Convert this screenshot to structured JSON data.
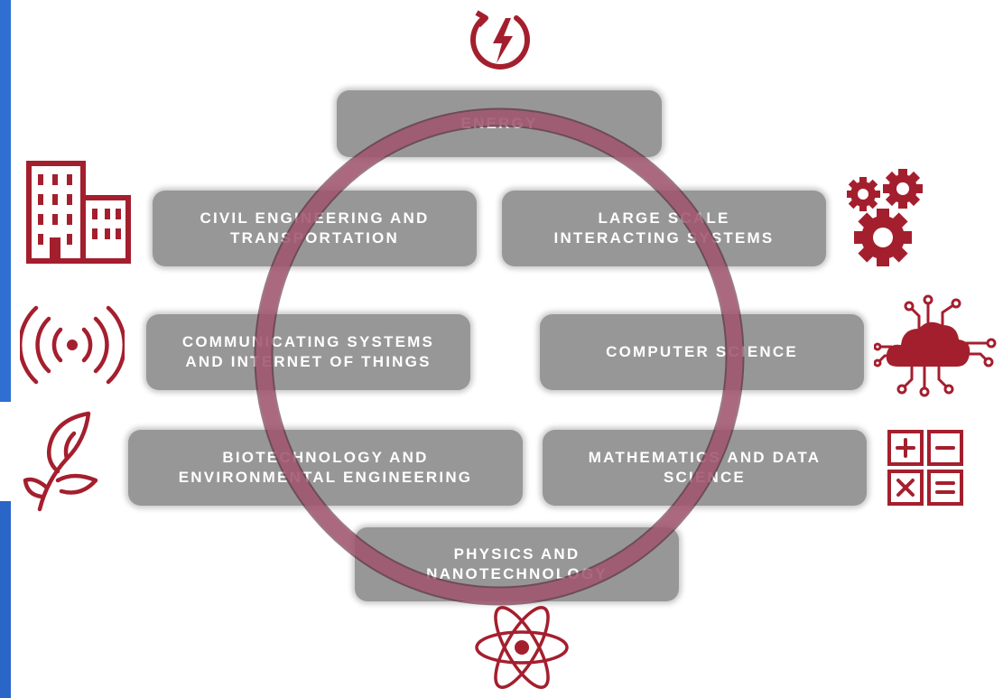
{
  "colors": {
    "icon": "#a41f2e",
    "box_fill": "#8f8f8f",
    "box_text": "#ffffff",
    "ring_stroke": "#a0506a",
    "ring_outline": "#4a1020",
    "left_edge": "#2f6fd1"
  },
  "boxes": {
    "energy": "ENERGY",
    "civil": "CIVIL ENGINEERING AND\nTRANSPORTATION",
    "large_scale": "LARGE SCALE\nINTERACTING SYSTEMS",
    "communicating": "COMMUNICATING SYSTEMS\nAND INTERNET OF THINGS",
    "computer_science": "COMPUTER SCIENCE",
    "biotech": "BIOTECHNOLOGY AND\nENVIRONMENTAL ENGINEERING",
    "math": "MATHEMATICS AND DATA\nSCIENCE",
    "physics": "PHYSICS AND\nNANOTECHNOLOGY"
  },
  "icons": {
    "energy": "lightning-icon",
    "civil": "buildings-icon",
    "large_scale": "gears-icon",
    "communicating": "broadcast-icon",
    "computer_science": "cloud-circuit-icon",
    "biotech": "leaf-icon",
    "math": "calculator-icon",
    "physics": "atom-icon"
  }
}
